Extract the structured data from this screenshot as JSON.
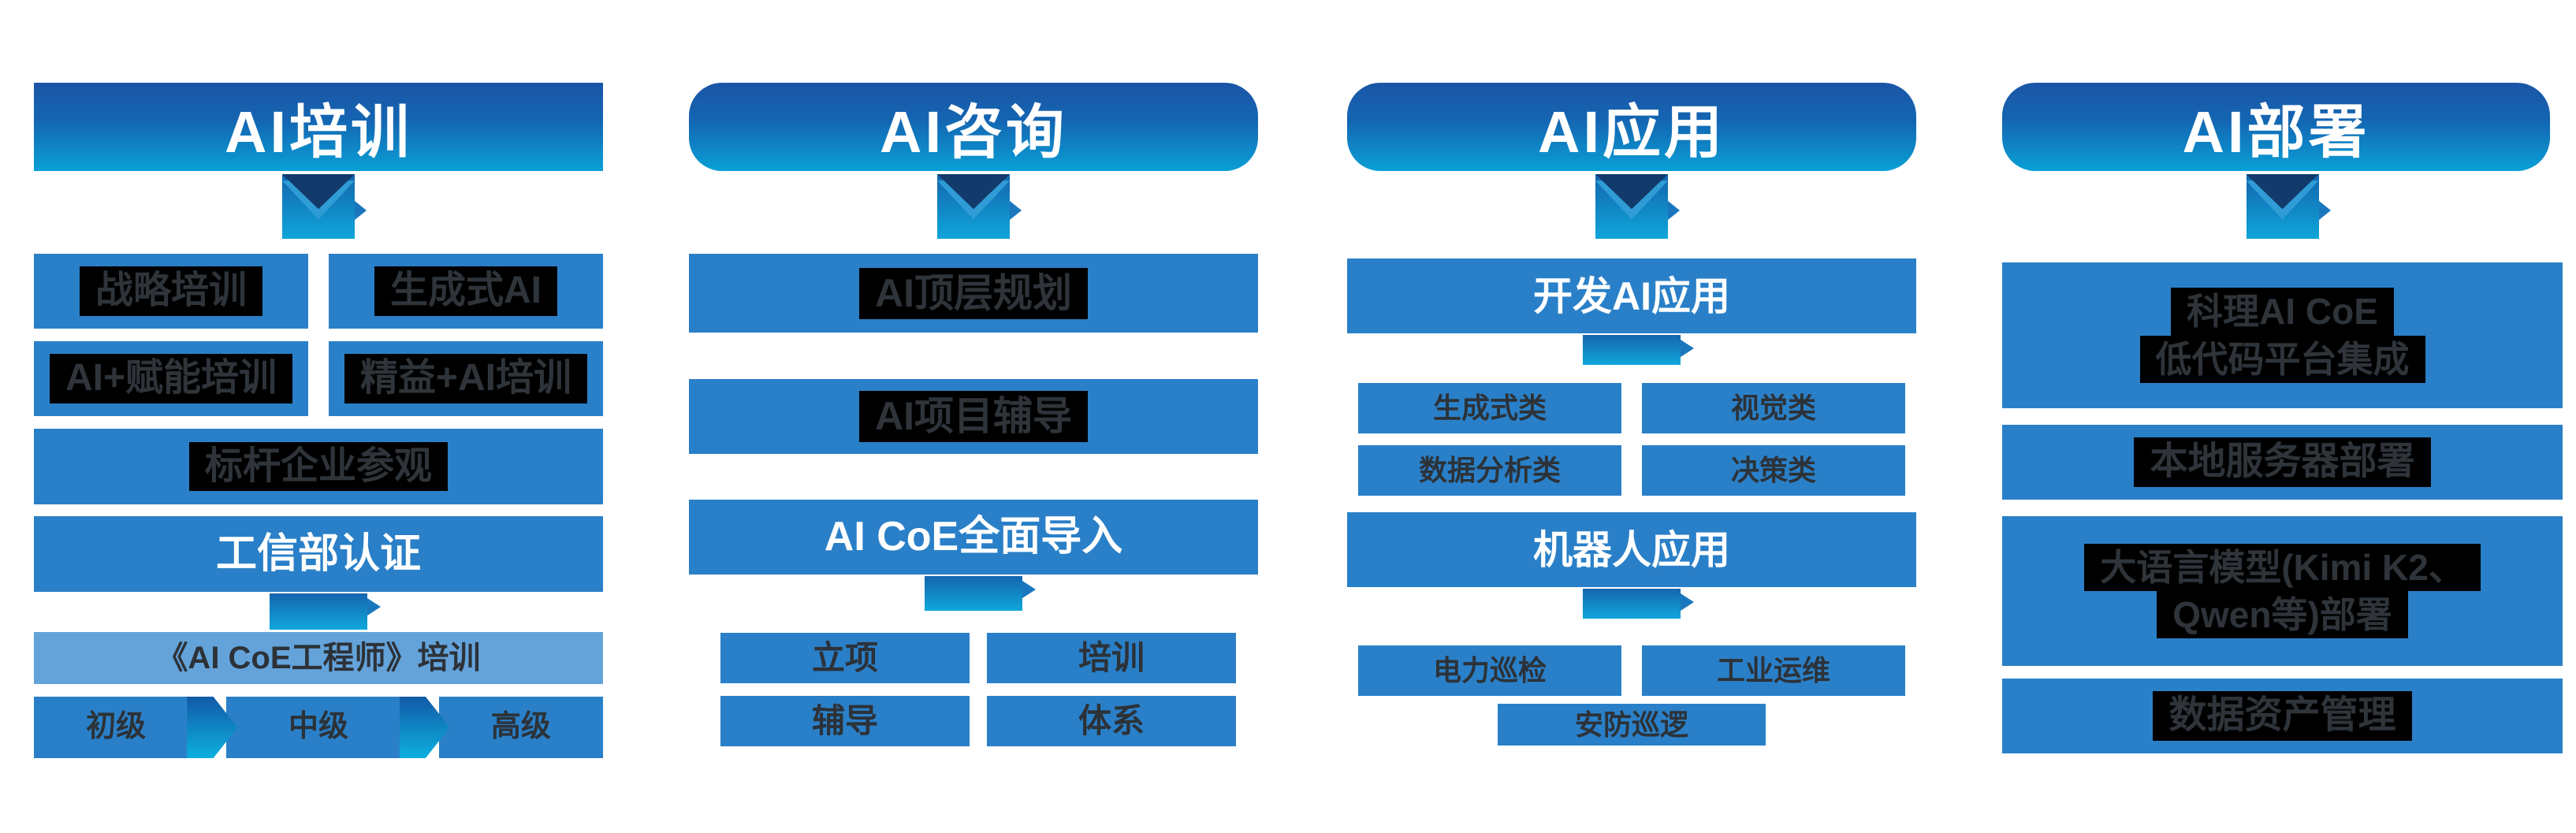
{
  "palette": {
    "box_blue": "#2a80c8",
    "light_blue": "#64a3da",
    "header_gradient_top": "#1b55a6",
    "header_gradient_bottom": "#0aa0d6",
    "arrow_flap_navy": "#123a6b",
    "highlight_bg": "#000000",
    "highlight_text": "#2e343a",
    "dark_text": "#2c3238",
    "white_text": "#ffffff"
  },
  "columns": [
    {
      "title": "AI培训",
      "row1": [
        "战略培训",
        "生成式AI"
      ],
      "row2": [
        "AI+赋能培训",
        "精益+AI培训"
      ],
      "full1": "标杆企业参观",
      "full2": "工信部认证",
      "cert_box": "《AI CoE工程师》培训",
      "levels": [
        "初级",
        "中级",
        "高级"
      ]
    },
    {
      "title": "AI咨询",
      "box1": "AI顶层规划",
      "box2": "AI项目辅导",
      "box3": "AI CoE全面导入",
      "grid": [
        "立项",
        "培训",
        "辅导",
        "体系"
      ]
    },
    {
      "title": "AI应用",
      "box1": "开发AI应用",
      "grid1": [
        "生成式类",
        "视觉类",
        "数据分析类",
        "决策类"
      ],
      "box2": "机器人应用",
      "grid2": [
        "电力巡检",
        "工业运维"
      ],
      "grid2_center": "安防巡逻"
    },
    {
      "title": "AI部署",
      "box1_lines": [
        "科理AI CoE",
        "低代码平台集成"
      ],
      "box2": "本地服务器部署",
      "box3_lines": [
        "大语言模型(Kimi K2、",
        "Qwen等)部署"
      ],
      "box4": "数据资产管理"
    }
  ]
}
